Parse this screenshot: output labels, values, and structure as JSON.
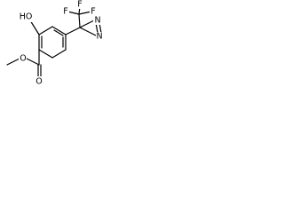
{
  "molecule": {
    "atoms": {
      "ho": "HO",
      "carbonyl_o": "O",
      "ester_o": "O",
      "ring_f_top": "F",
      "ring_f_left": "F",
      "ring_f_right": "F",
      "diazirine_n1": "N",
      "diazirine_n2": "N"
    }
  },
  "colors": {
    "bond": "#000000",
    "background": "#ffffff"
  }
}
